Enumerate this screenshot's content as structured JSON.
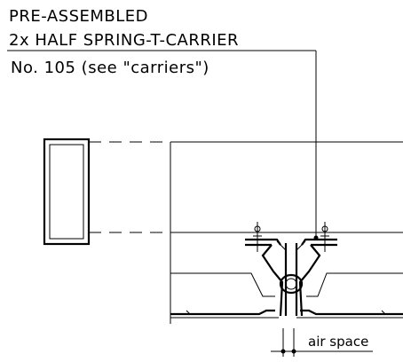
{
  "labels": {
    "line1": "PRE-ASSEMBLED",
    "line2": "2x  HALF  SPRING-T-CARRIER",
    "line3": "No.  105  (see  \"carriers\")",
    "air_space": "air space"
  }
}
